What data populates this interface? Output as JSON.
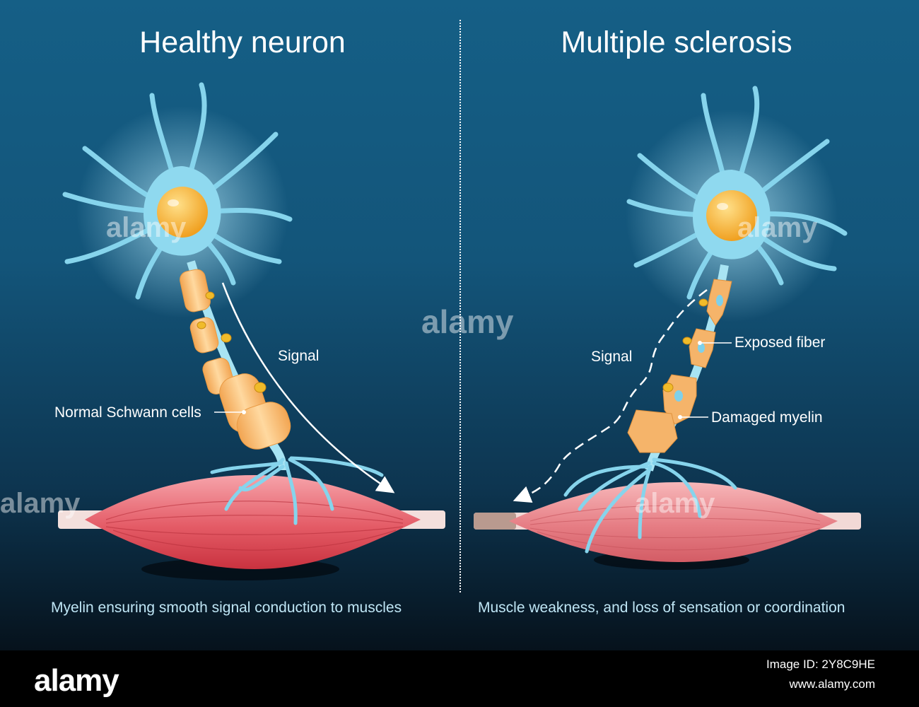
{
  "panels": {
    "left": {
      "title": "Healthy neuron",
      "signal_label": "Signal",
      "schwann_label": "Normal Schwann cells",
      "caption": "Myelin ensuring smooth signal conduction to muscles"
    },
    "right": {
      "title": "Multiple sclerosis",
      "signal_label": "Signal",
      "exposed_label": "Exposed fiber",
      "damaged_label": "Damaged myelin",
      "caption": "Muscle weakness, and loss of sensation or coordination"
    }
  },
  "watermark": {
    "text": "alamy"
  },
  "footer": {
    "brand": "alamy",
    "image_id": "Image ID: 2Y8C9HE",
    "url": "www.alamy.com"
  },
  "colors": {
    "background_top": "#155f86",
    "neuron_blue": "#7fd0ea",
    "nucleus": "#f5b22e",
    "myelin": "#f7c17a",
    "muscle": "#e8707a",
    "label_text": "#ffffff",
    "caption_text": "#bfe6f5"
  }
}
